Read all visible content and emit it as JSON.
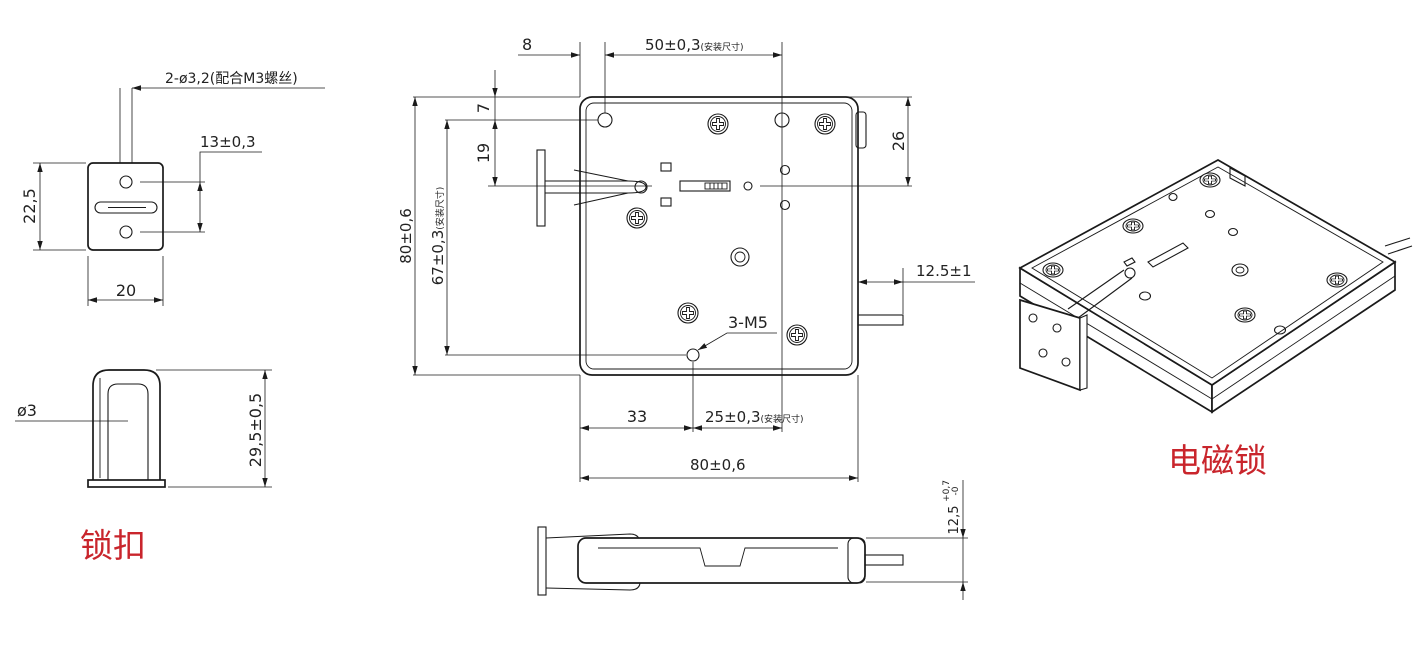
{
  "latch": {
    "title": "锁扣",
    "holes_label": "2-ø3,2(配合M3螺丝)",
    "hole_pitch": "13±0,3",
    "height": "22,5",
    "width": "20",
    "pin_diameter": "ø3",
    "side_height": "29,5±0,5"
  },
  "front": {
    "left_offset": "8",
    "mount_spacing_x": "50±0,3",
    "mount_spacing_x_note": "(安装尺寸)",
    "top_offset": "7",
    "bolt_offset": "19",
    "bolt_offset_right": "26",
    "body_height": "80±0,6",
    "mount_spacing_y": "67±0,3",
    "mount_spacing_y_note": "(安装尺寸)",
    "cable_length": "12.5±1",
    "thread_label": "3-M5",
    "hole_offset_x": "33",
    "hole_offset_right": "25±0,3",
    "hole_offset_right_note": "(安装尺寸)",
    "body_width": "80±0,6"
  },
  "side": {
    "thickness": "12,5",
    "tolerance_upper": "+0,7",
    "tolerance_lower": "-0"
  },
  "product": {
    "title": "电磁锁"
  },
  "colors": {
    "line": "#1a1a1a",
    "title": "#c9252c"
  }
}
